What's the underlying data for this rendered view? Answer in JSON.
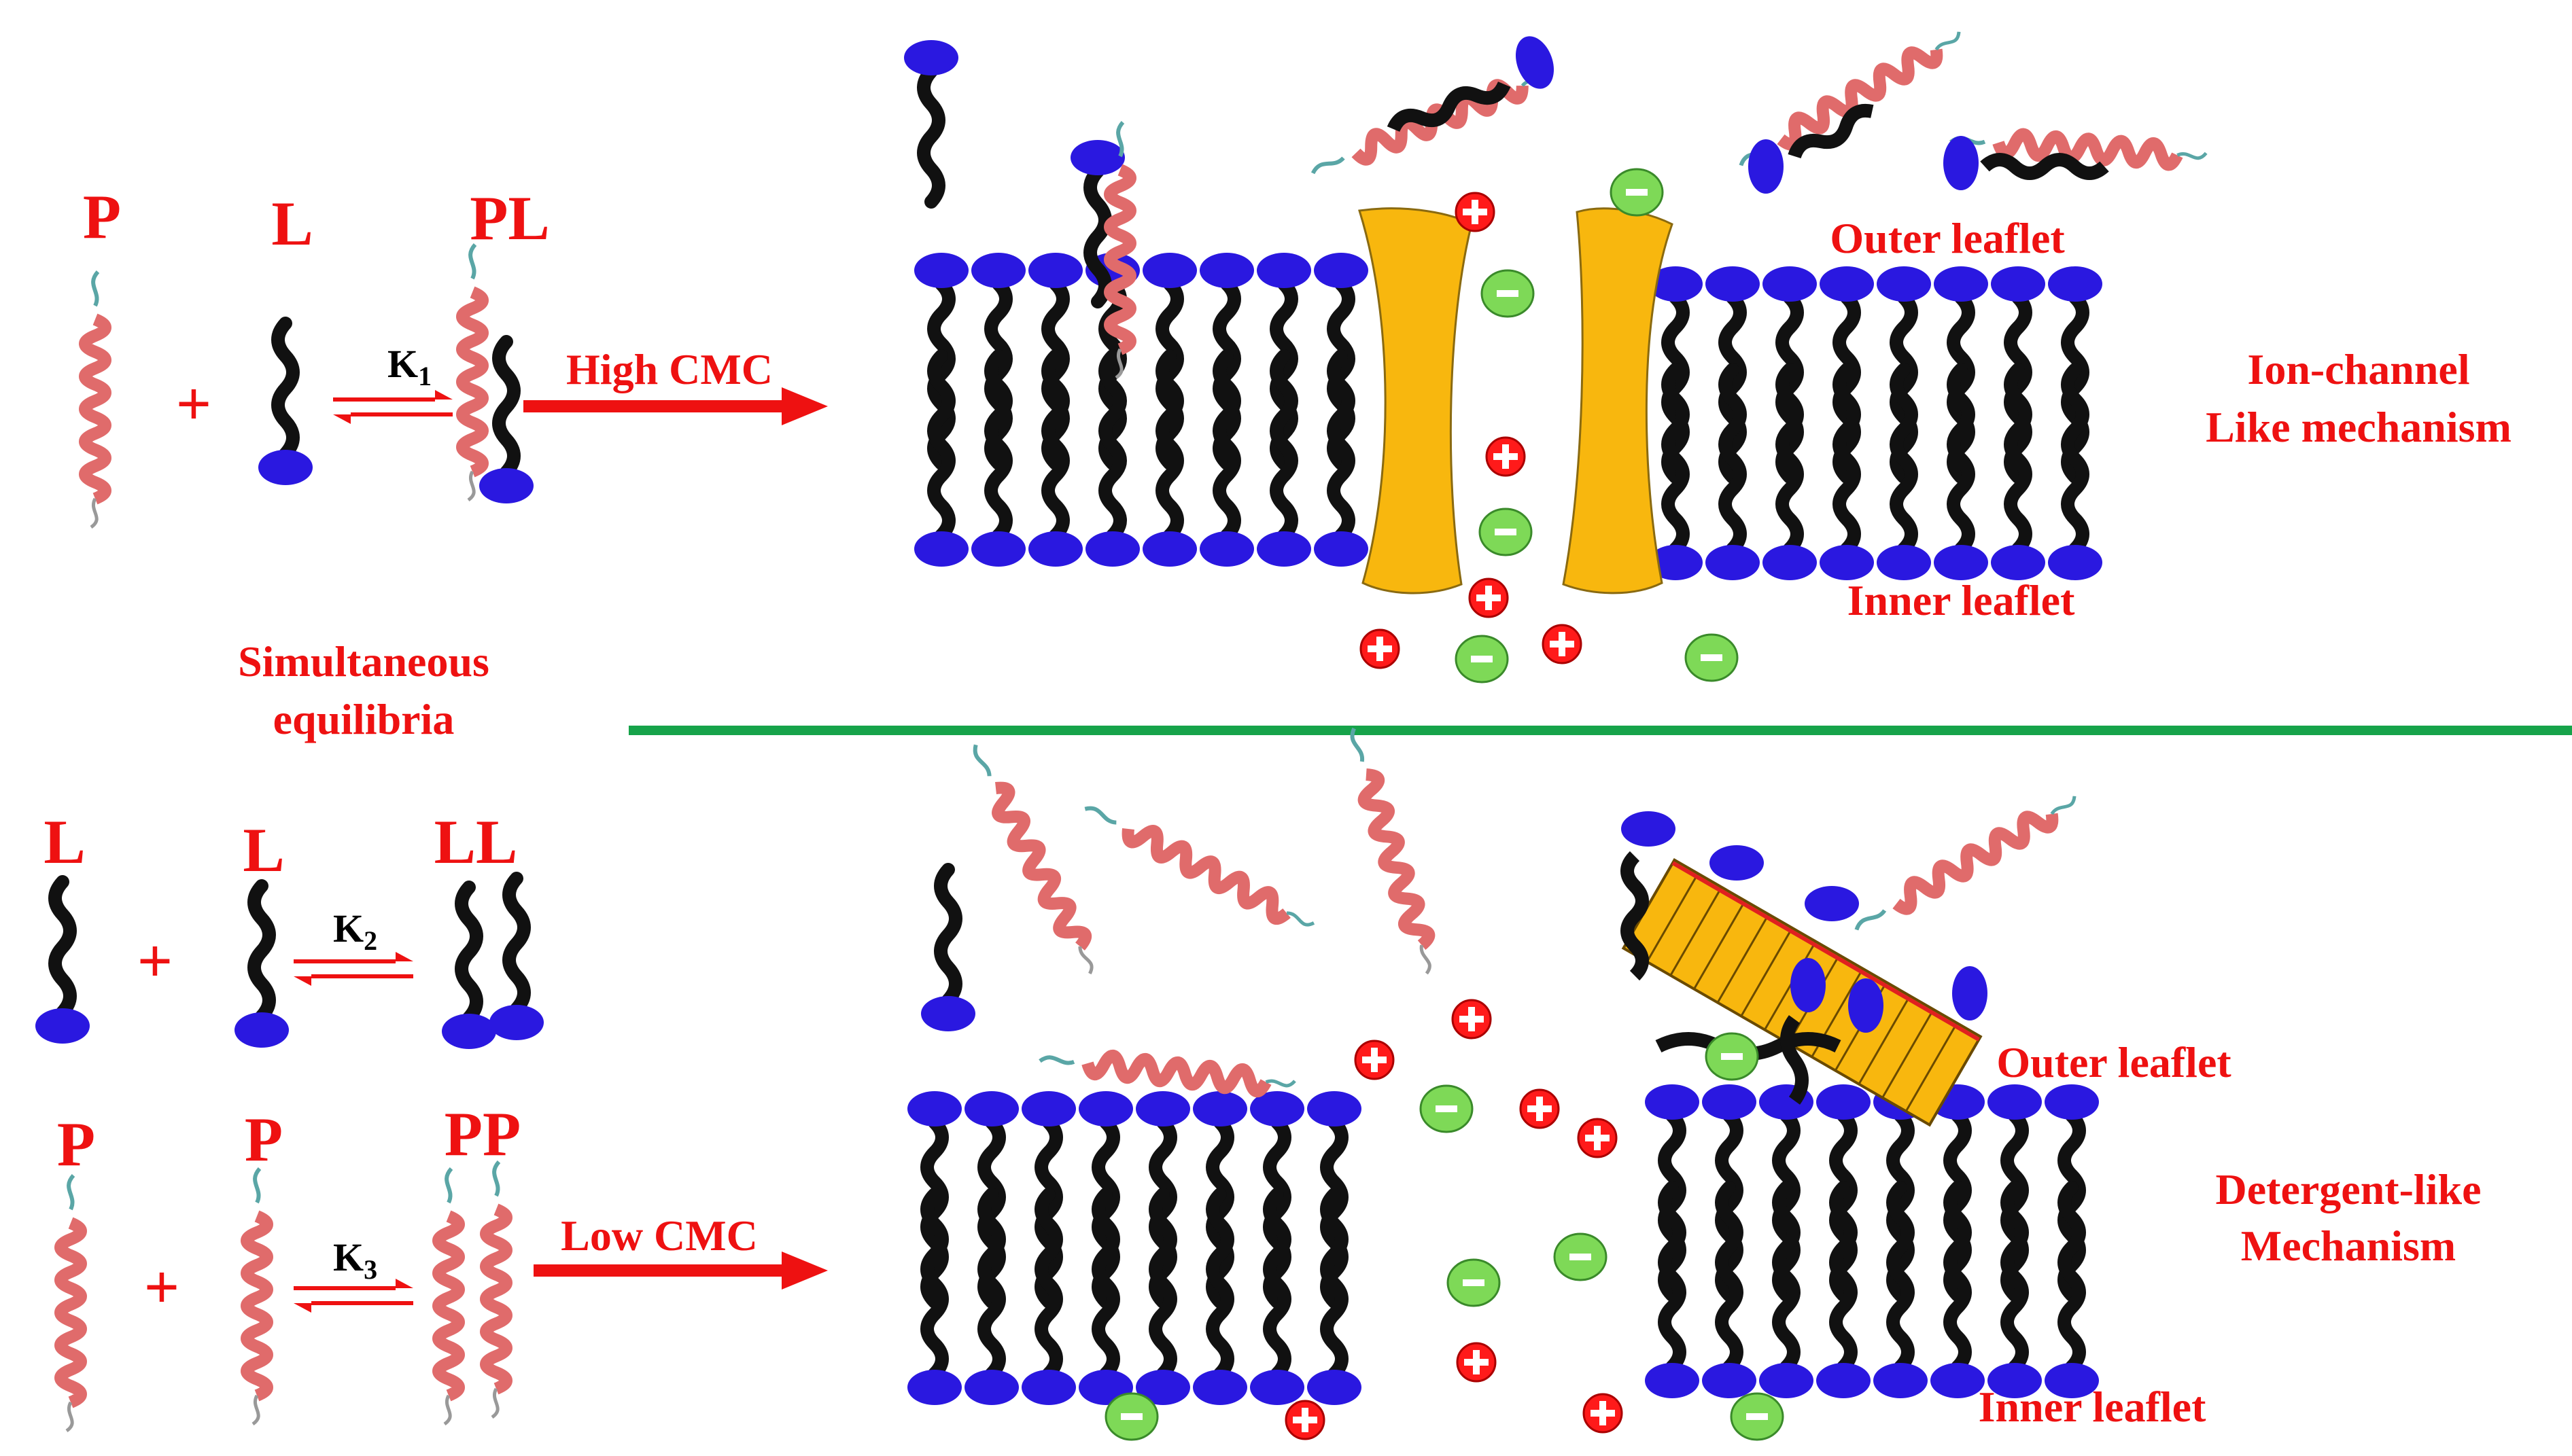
{
  "colors": {
    "text": "#ee1111",
    "lipid_head": "#2a18e0",
    "lipid_tail": "#111111",
    "helix": "#e06b6b",
    "helix_terminus": "#5aa6a6",
    "channel": "#f8b70e",
    "divider": "#16a34a",
    "arrow": "#ee1111",
    "anion": "#7ed957",
    "cation": "#ff1a1a"
  },
  "equilibria": {
    "pl": {
      "a": "P",
      "b": "L",
      "product": "PL",
      "plus": "+",
      "k": "K",
      "k_sub": "1"
    },
    "ll": {
      "a": "L",
      "b": "L",
      "product": "LL",
      "plus": "+",
      "k": "K",
      "k_sub": "2"
    },
    "pp": {
      "a": "P",
      "b": "P",
      "product": "PP",
      "plus": "+",
      "k": "K",
      "k_sub": "3"
    },
    "caption_line1": "Simultaneous",
    "caption_line2": "equilibria"
  },
  "top_panel": {
    "arrow_label": "High CMC",
    "outer_leaflet": "Outer leaflet",
    "inner_leaflet": "Inner leaflet",
    "mechanism_line1": "Ion-channel",
    "mechanism_line2": "Like mechanism"
  },
  "bottom_panel": {
    "arrow_label": "Low CMC",
    "outer_leaflet": "Outer leaflet",
    "inner_leaflet": "Inner leaflet",
    "mechanism_line1": "Detergent-like",
    "mechanism_line2": "Mechanism"
  },
  "icons": {
    "peptide": "alpha-helix-ribbon",
    "lipid": "lipid-head-tail",
    "cation": "plus-ion",
    "anion": "minus-ion",
    "channel": "pore-halves",
    "pore_bundle": "barrel-pore"
  }
}
